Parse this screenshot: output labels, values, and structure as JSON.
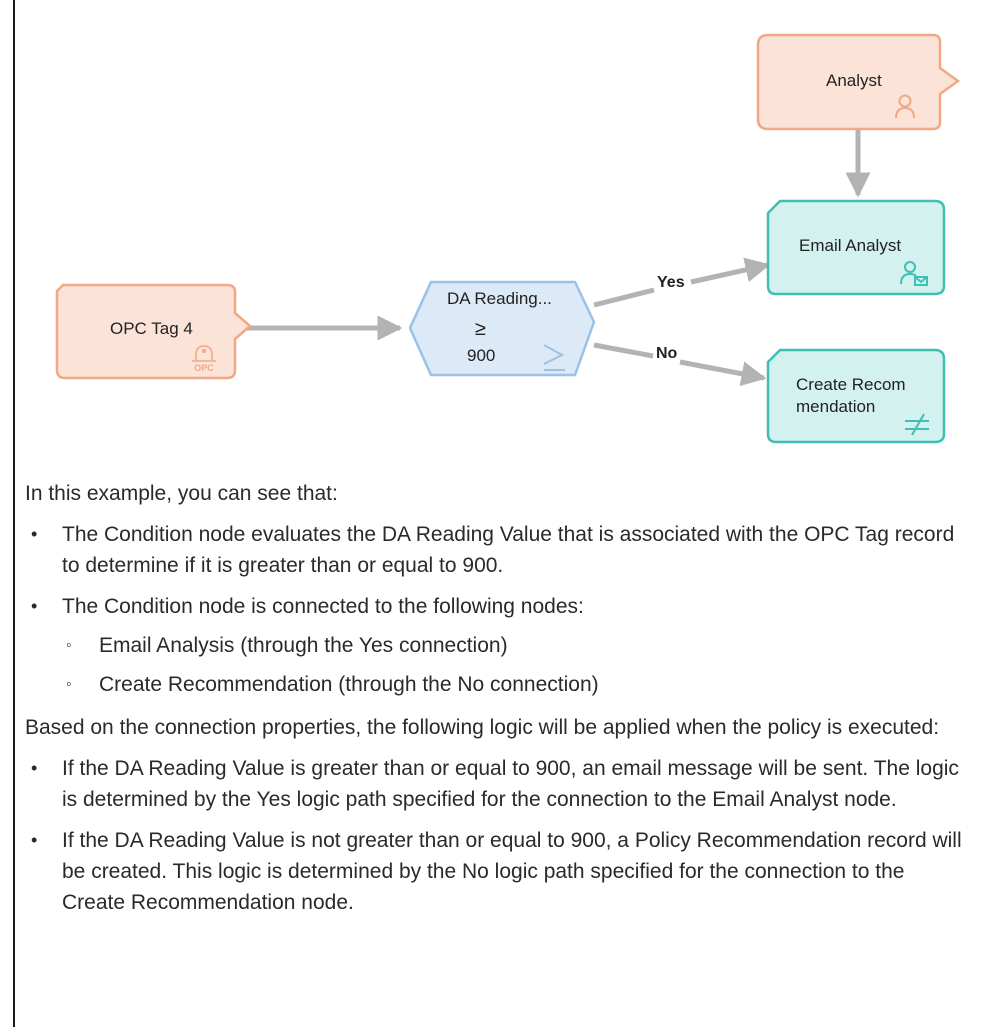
{
  "diagram": {
    "nodes": {
      "analyst": "Analyst",
      "email_analyst": "Email Analyst",
      "opc_tag": "OPC Tag 4",
      "condition_title": "DA Reading...",
      "condition_operator": "≥",
      "condition_value": "900",
      "create_recommendation_line1": "Create Recom",
      "create_recommendation_line2": "mendation",
      "opc_icon_text": "OPC"
    },
    "edges": {
      "yes": "Yes",
      "no": "No"
    },
    "colors": {
      "action_fill": "#fbe3d8",
      "action_stroke": "#f0a886",
      "output_fill": "#d3f1ee",
      "output_stroke": "#3fbfb5",
      "condition_fill": "#dce9f6",
      "condition_stroke": "#9dc1e6",
      "edge": "#b3b3b3"
    }
  },
  "text": {
    "intro": "In this example, you can see that:",
    "bullets": [
      "The Condition node evaluates the DA Reading Value that is associated with the OPC Tag record to determine if it is greater than or equal to 900.",
      "The Condition node is connected to the following nodes:"
    ],
    "sub_bullets": [
      "Email Analysis (through the Yes connection)",
      "Create Recommendation (through the No connection)"
    ],
    "logic_intro": "Based on the connection properties, the following logic will be applied when the policy is executed:",
    "logic_bullets": [
      "If the DA Reading Value is greater than or equal to 900, an email message will be sent. The logic is determined by the Yes logic path specified for the connection to the Email Analyst node.",
      "If the DA Reading Value is not greater than or equal to 900, a Policy Recommendation record will be created. This logic is determined by the No logic path specified for the connection to the Create Recommendation node."
    ]
  }
}
